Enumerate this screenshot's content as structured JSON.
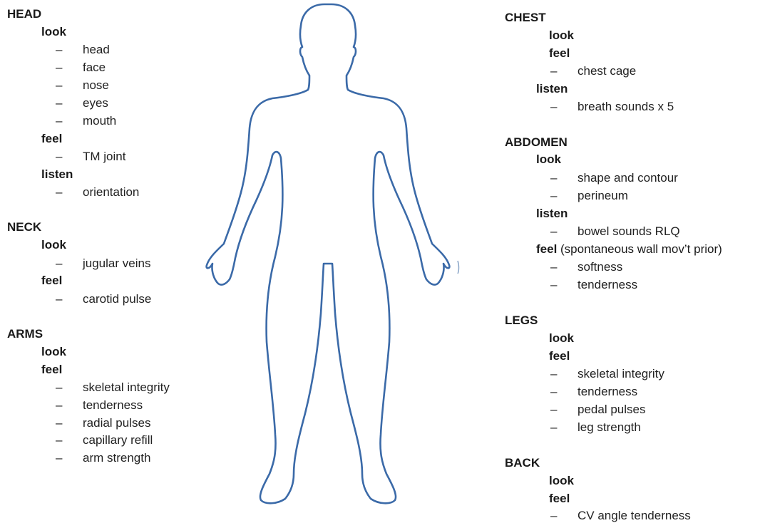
{
  "colors": {
    "outline": "#3b6aa8",
    "text": "#1a1a1a"
  },
  "dash": "–",
  "left": {
    "head": {
      "title": "HEAD",
      "look": "look",
      "look_items": [
        "head",
        "face",
        "nose",
        "eyes",
        "mouth"
      ],
      "feel": "feel",
      "feel_items": [
        "TM joint"
      ],
      "listen": "listen",
      "listen_items": [
        "orientation"
      ]
    },
    "neck": {
      "title": "NECK",
      "look": "look",
      "look_items": [
        "jugular veins"
      ],
      "feel": "feel",
      "feel_items": [
        "carotid pulse"
      ]
    },
    "arms": {
      "title": "ARMS",
      "look": "look",
      "feel": "feel",
      "feel_items": [
        "skeletal integrity",
        "tenderness",
        "radial pulses",
        "capillary refill",
        "arm strength"
      ]
    }
  },
  "right": {
    "chest": {
      "title": "CHEST",
      "look": "look",
      "feel": "feel",
      "feel_items": [
        "chest cage"
      ],
      "listen": "listen",
      "listen_items": [
        "breath sounds x 5"
      ]
    },
    "abdomen": {
      "title": "ABDOMEN",
      "look": "look",
      "look_items": [
        "shape and contour",
        "perineum"
      ],
      "listen": "listen",
      "listen_items": [
        "bowel sounds RLQ"
      ],
      "feel": "feel",
      "feel_note": " (spontaneous wall mov’t prior)",
      "feel_items": [
        "softness",
        "tenderness"
      ]
    },
    "legs": {
      "title": "LEGS",
      "look": "look",
      "feel": "feel",
      "feel_items": [
        "skeletal integrity",
        "tenderness",
        "pedal pulses",
        "leg strength"
      ]
    },
    "back": {
      "title": "BACK",
      "look": "look",
      "feel": "feel",
      "feel_items": [
        "CV angle tenderness"
      ]
    }
  }
}
